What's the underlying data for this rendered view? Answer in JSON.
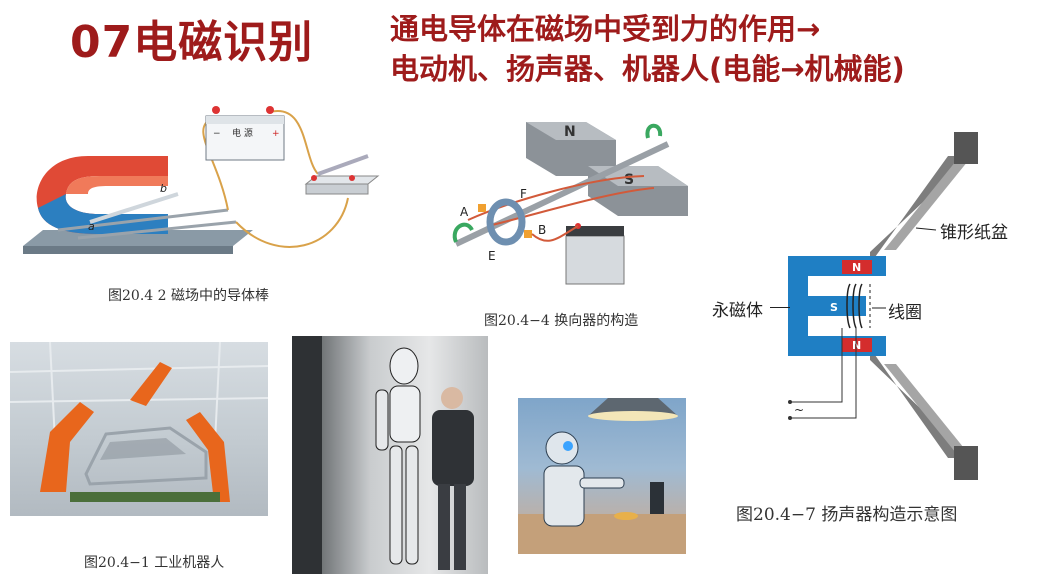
{
  "header": {
    "title": "07电磁识别",
    "subtitle_line1": "通电导体在磁场中受到力的作用→",
    "subtitle_line2": "电动机、扬声器、机器人(电能→机械能)"
  },
  "fig_conductor": {
    "caption": "图20.4  2   磁场中的导体棒",
    "battery_label": "电 源",
    "battery_minus": "−",
    "battery_plus": "+",
    "label_a": "a",
    "label_b": "b"
  },
  "fig_commutator": {
    "caption": "图20.4−4   换向器的构造",
    "label_n": "N",
    "label_s": "S",
    "label_a": "A",
    "label_b": "B",
    "label_e": "E",
    "label_f": "F"
  },
  "fig_speaker": {
    "caption": "图20.4−7   扬声器构造示意图",
    "label_cone": "锥形纸盆",
    "label_magnet": "永磁体",
    "label_coil": "线圈",
    "label_n1": "N",
    "label_s": "S",
    "label_n2": "N",
    "label_ac": "~"
  },
  "fig_industrial": {
    "caption": "图20.4−1   工业机器人"
  },
  "colors": {
    "title": "#9e1b1b",
    "magnet_red": "#e04a36",
    "magnet_blue": "#2c7fc0",
    "speaker_blue": "#1f7fc4",
    "wire": "#d9a24a"
  }
}
